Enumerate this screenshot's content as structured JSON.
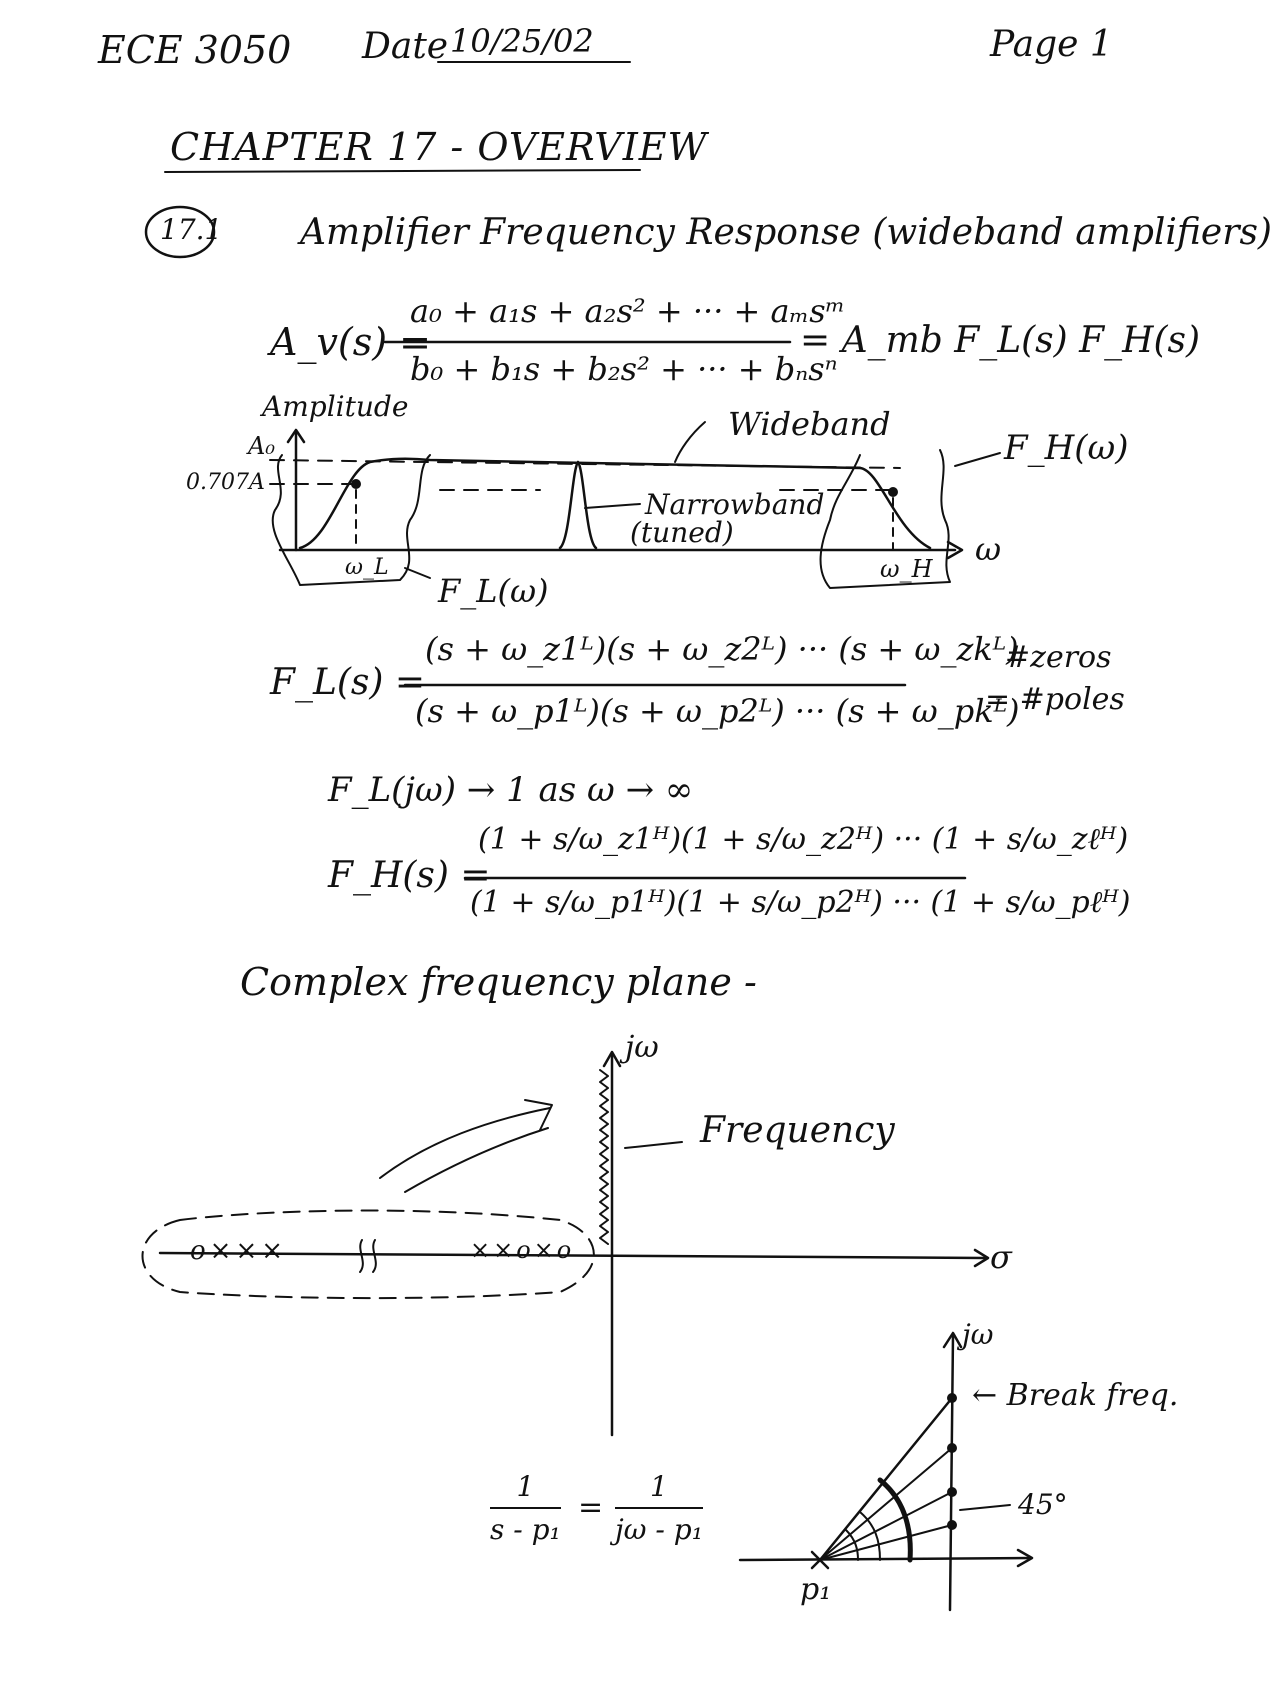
{
  "header": {
    "course": "ECE 3050",
    "date_label": "Date",
    "date_value": "10/25/02",
    "page": "Page 1"
  },
  "chapter_title": "CHAPTER 17 - OVERVIEW",
  "section": {
    "number": "17.1",
    "title": "Amplifier Frequency Response (wideband amplifiers)"
  },
  "transfer_function": {
    "lhs": "A_v(s) =",
    "numerator": "a₀ + a₁s + a₂s² + ··· + aₘsᵐ",
    "denominator": "b₀ + b₁s + b₂s² + ··· + bₙsⁿ",
    "rhs": "= A_mb F_L(s) F_H(s)"
  },
  "sketch": {
    "y_label": "Amplitude",
    "a0_label": "A₀",
    "level_label": "0.707A",
    "wideband_label": "Wideband",
    "narrowband_label": "Narrowband",
    "tuned_label": "(tuned)",
    "fh_label": "F_H(ω)",
    "fl_label": "F_L(ω)",
    "wl_label": "ω_L",
    "wh_label": "ω_H",
    "omega_label": "ω"
  },
  "fl_equation": {
    "lhs": "F_L(s) =",
    "numerator": "(s + ω_z1ᴸ)(s + ω_z2ᴸ) ··· (s + ω_zkᴸ)",
    "denominator": "(s + ω_p1ᴸ)(s + ω_p2ᴸ) ··· (s + ω_pkᴸ)",
    "note_line1": "#zeros",
    "note_line2": "= #poles"
  },
  "limit_line": "F_L(jω) → 1 as ω → ∞",
  "fh_equation": {
    "lhs": "F_H(s) =",
    "numerator": "(1 + s/ω_z1ᴴ)(1 + s/ω_z2ᴴ) ··· (1 + s/ω_zℓᴴ)",
    "denominator": "(1 + s/ω_p1ᴴ)(1 + s/ω_p2ᴴ) ··· (1 + s/ω_pℓᴴ)"
  },
  "complex_plane": {
    "title": "Complex frequency plane -",
    "jw_label": "jω",
    "frequency_label": "Frequency",
    "sigma_label": "σ"
  },
  "pole_relation": {
    "lhs_num": "1",
    "lhs_den": "s - p₁",
    "rhs_num": "1",
    "rhs_den": "jω - p₁"
  },
  "pole_plot": {
    "jw_label": "jω",
    "break_label": "← Break freq.",
    "angle_label": "45°",
    "pole_label": "p₁"
  }
}
